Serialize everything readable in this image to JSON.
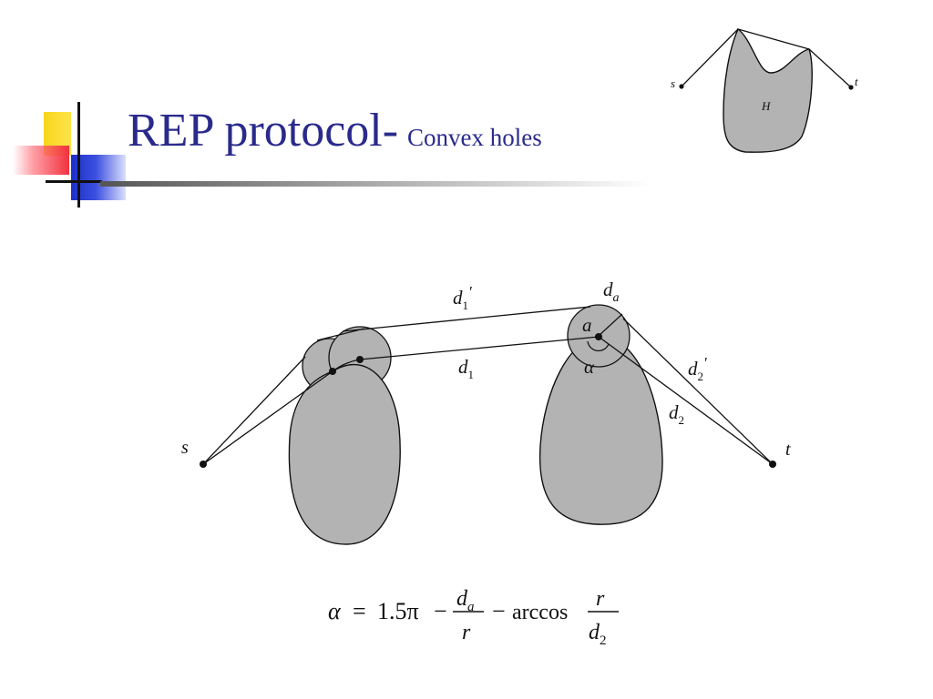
{
  "slide": {
    "title": "REP protocol-",
    "subtitle": "Convex holes"
  },
  "inset": {
    "s_label": "s",
    "t_label": "t",
    "hole_label": "H"
  },
  "diagram": {
    "s_label": "s",
    "t_label": "t",
    "d1_prime": {
      "base": "d",
      "sub": "1",
      "mark": "'"
    },
    "d1": {
      "base": "d",
      "sub": "1"
    },
    "d_alpha": {
      "base": "d",
      "sub": "a"
    },
    "a_label": "a",
    "alpha_label": "α",
    "d2_prime": {
      "base": "d",
      "sub": "2",
      "mark": "'"
    },
    "d2": {
      "base": "d",
      "sub": "2"
    }
  },
  "formula": {
    "lhs": "α",
    "eq": "=",
    "const": "1.5π",
    "minus1": "−",
    "frac1": {
      "num_base": "d",
      "num_sub": "a",
      "den": "r"
    },
    "minus2": "−",
    "func": "arccos",
    "frac2": {
      "num": "r",
      "den_base": "d",
      "den_sub": "2"
    }
  },
  "colors": {
    "title": "#2a2a8c",
    "hole_fill": "#b3b3b3",
    "logo_yellow": "#f7d51c",
    "logo_red": "#f2323f",
    "logo_blue": "#1d2fc9"
  }
}
